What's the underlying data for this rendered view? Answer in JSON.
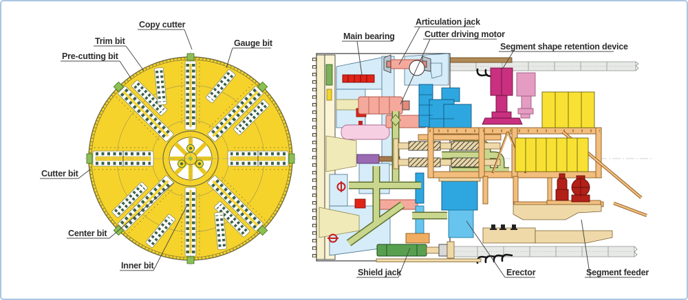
{
  "frame": {
    "border_color": "#a9c6e0",
    "background": "#ffffff"
  },
  "cutterhead": {
    "labels": {
      "copy_cutter": "Copy cutter",
      "trim_bit": "Trim bit",
      "pre_cutting_bit": "Pre-cutting bit",
      "gauge_bit": "Gauge bit",
      "cutter_bit": "Cutter bit",
      "center_bit": "Center bit",
      "inner_bit": "Inner bit"
    },
    "colors": {
      "disc_yellow": "#f6d32b",
      "bit_green": "#3c6149",
      "slot_white": "#ffffff",
      "tip_green": "#8cc152",
      "outline": "#6d6d3e"
    }
  },
  "machine": {
    "labels": {
      "articulation_jack": "Articulation jack",
      "main_bearing": "Main bearing",
      "cutter_driving_motor": "Cutter driving motor",
      "segment_shape_retention_device": "Segment shape retention device",
      "shield_jack": "Shield jack",
      "erector": "Erector",
      "segment_feeder": "Segment feeder"
    },
    "colors": {
      "bulkhead_panel_blue": "#d6ecf8",
      "main_bearing_red": "#e02418",
      "motor_salmon": "#f4a99c",
      "tank_pink": "#f7cfe3",
      "cylinder_purple": "#9a6ab2",
      "rod_brown": "#a3794e",
      "erector_blue": "#2ea7e0",
      "erector_light_blue": "#66c4ee",
      "shield_jack_green": "#58a050",
      "retention_magenta": "#c9307f",
      "retention_pink": "#e59cc2",
      "segment_yellow": "#f8e133",
      "frame_orange": "#f2bd7d",
      "pipe_green": "#c9d68e",
      "pump_dark_red": "#b22018",
      "lining_gray": "#e7e9e7",
      "structure_tan": "#efd9a8",
      "copy_cutter_green": "#7db05a"
    }
  }
}
